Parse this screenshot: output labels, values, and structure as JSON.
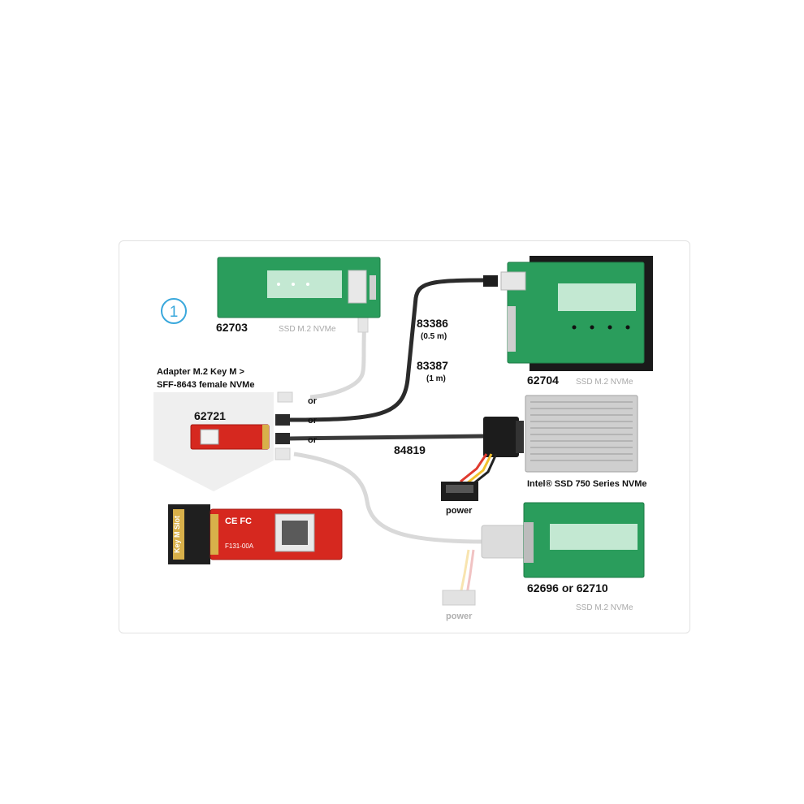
{
  "step_number": "1",
  "adapter_title": {
    "line1": "Adapter M.2 Key M >",
    "line2": "SFF-8643 female NVMe"
  },
  "products": {
    "p62703": {
      "id": "62703",
      "caption": "SSD M.2 NVMe"
    },
    "p62704": {
      "id": "62704",
      "caption": "SSD M.2 NVMe"
    },
    "p62721": {
      "id": "62721"
    },
    "intel_ssd": {
      "name": "Intel® SSD 750 Series NVMe"
    },
    "p62696": {
      "id": "62696 or 62710",
      "caption": "SSD M.2 NVMe"
    }
  },
  "cables": {
    "c83386": {
      "id": "83386",
      "length": "(0.5 m)"
    },
    "c83387": {
      "id": "83387",
      "length": "(1 m)"
    },
    "c84819": {
      "id": "84819"
    }
  },
  "connector_labels": {
    "or_top": "or",
    "or_middle": "or",
    "or_bottom": "or"
  },
  "power_labels": {
    "power_main": "power",
    "power_ghost": "power"
  },
  "board_markings": {
    "m2_slot": "Key M Slot",
    "ce_mark": "CE FC",
    "model": "F131-00A"
  },
  "colors": {
    "pcb_green": "#2a9d5c",
    "pcb_red": "#d6281f",
    "cable_black": "#2b2b2b",
    "cable_ghost": "#d9d9d9",
    "circle_blue": "#3aa8dc"
  }
}
